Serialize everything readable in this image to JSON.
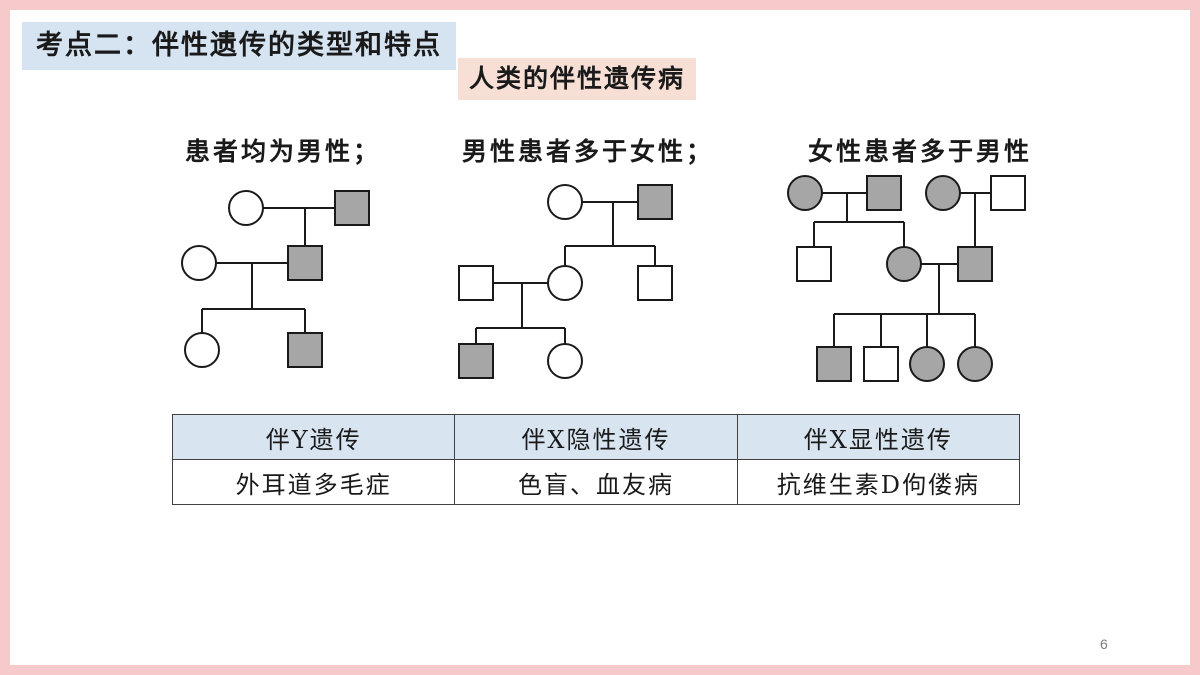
{
  "title": "考点二：伴性遗传的类型和特点",
  "subtitle": "人类的伴性遗传病",
  "captions": [
    "患者均为男性；",
    "男性患者多于女性；",
    "女性患者多于男性"
  ],
  "table": {
    "headers": [
      "伴Y遗传",
      "伴X隐性遗传",
      "伴X显性遗传"
    ],
    "rows": [
      [
        "外耳道多毛症",
        "色盲、血友病",
        "抗维生素D佝偻病"
      ]
    ]
  },
  "page_number": "6",
  "colors": {
    "background_border": "#f6c9ca",
    "title_bg": "#d6e3f1",
    "subtitle_bg": "#f8dfd5",
    "table_header_bg": "#d8e4f0",
    "affected_fill": "#a6a6a6",
    "unaffected_fill": "#ffffff"
  }
}
